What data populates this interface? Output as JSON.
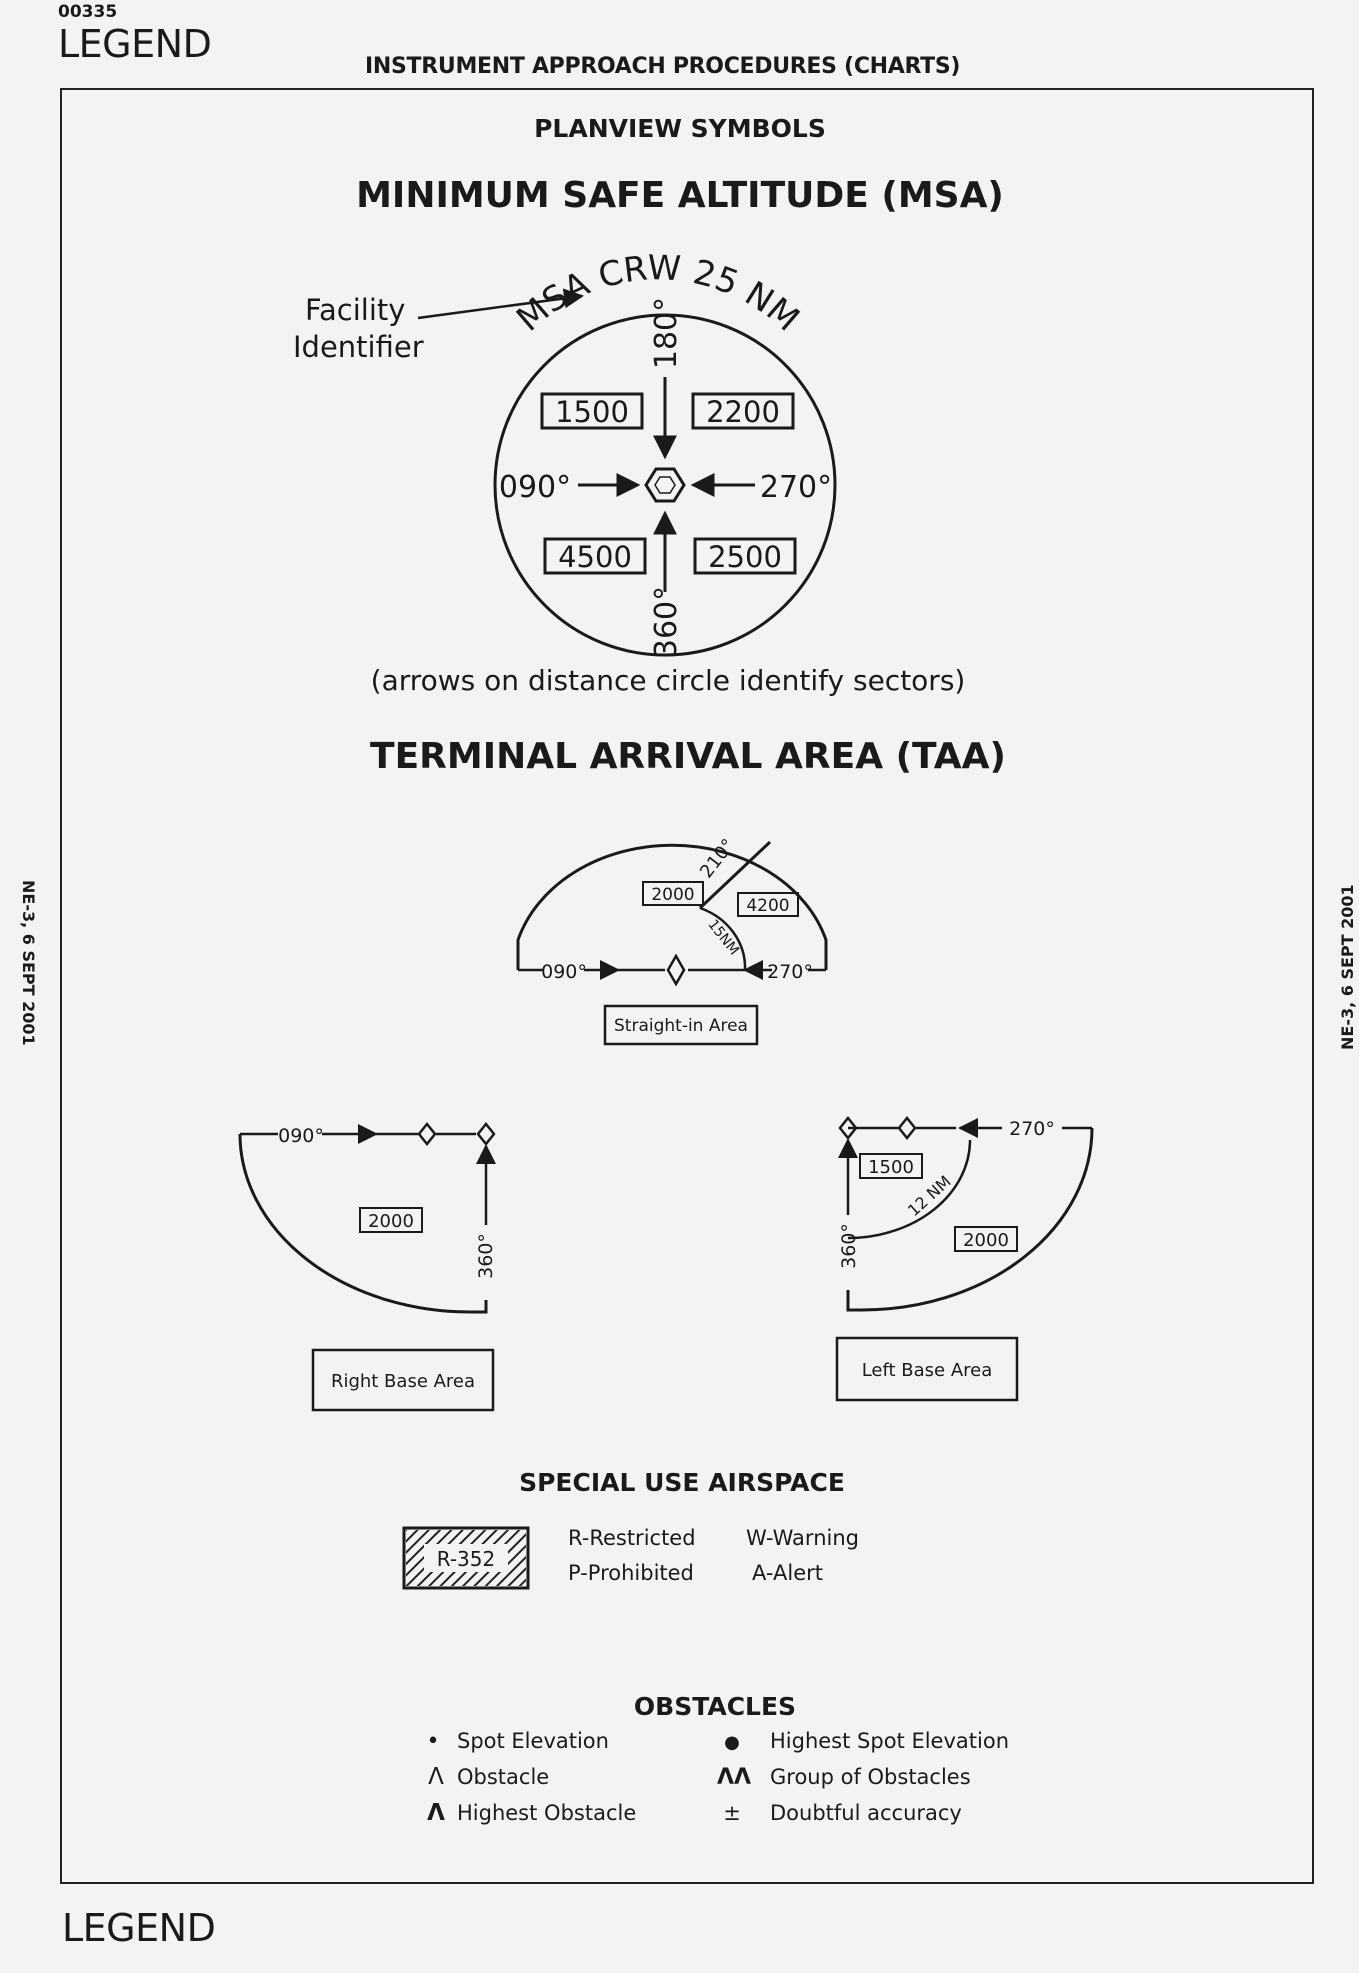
{
  "page": {
    "doc_number": "00335",
    "legend_top": "LEGEND",
    "legend_bottom": "LEGEND",
    "header_title": "INSTRUMENT APPROACH PROCEDURES (CHARTS)",
    "side_label_left": "NE-3, 6 SEPT 2001",
    "side_label_right": "NE-3, 6 SEPT 2001"
  },
  "planview": {
    "heading": "PLANVIEW SYMBOLS"
  },
  "msa": {
    "title": "MINIMUM SAFE ALTITUDE (MSA)",
    "facility_label_line1": "Facility",
    "facility_label_line2": "Identifier",
    "arc_label": "MSA CRW 25 NM",
    "bearing_top": "180°",
    "bearing_left": "090°",
    "bearing_right": "270°",
    "bearing_bottom": "360°",
    "altitudes": [
      "1500",
      "2200",
      "4500",
      "2500"
    ],
    "caption": "(arrows on distance circle identify sectors)"
  },
  "taa": {
    "title": "TERMINAL ARRIVAL  AREA  (TAA)",
    "straight_in": {
      "bearing_left": "090°",
      "bearing_right": "270°",
      "bearing_divider": "210°",
      "distance": "15NM",
      "altitude_left": "2000",
      "altitude_right": "4200",
      "label": "Straight-in Area"
    },
    "right_base": {
      "bearing_top": "090°",
      "bearing_side": "360°",
      "altitude": "2000",
      "label": "Right Base Area"
    },
    "left_base": {
      "bearing_top": "270°",
      "bearing_side": "360°",
      "distance": "12 NM",
      "altitude_inner": "1500",
      "altitude_outer": "2000",
      "label": "Left Base Area"
    }
  },
  "special_use": {
    "title": "SPECIAL USE AIRSPACE",
    "sample_label": "R-352",
    "types": [
      "R-Restricted",
      "P-Prohibited",
      "W-Warning",
      "A-Alert"
    ]
  },
  "obstacles": {
    "title": "OBSTACLES",
    "items": [
      {
        "symbol": "•",
        "label": "Spot Elevation"
      },
      {
        "symbol": "Λ",
        "label": "Obstacle"
      },
      {
        "symbol": "Λ",
        "label": "Highest Obstacle"
      },
      {
        "symbol": "●",
        "label": "Highest Spot Elevation"
      },
      {
        "symbol": "ΛΛ",
        "label": "Group of Obstacles"
      },
      {
        "symbol": "±",
        "label": "Doubtful accuracy"
      }
    ]
  }
}
